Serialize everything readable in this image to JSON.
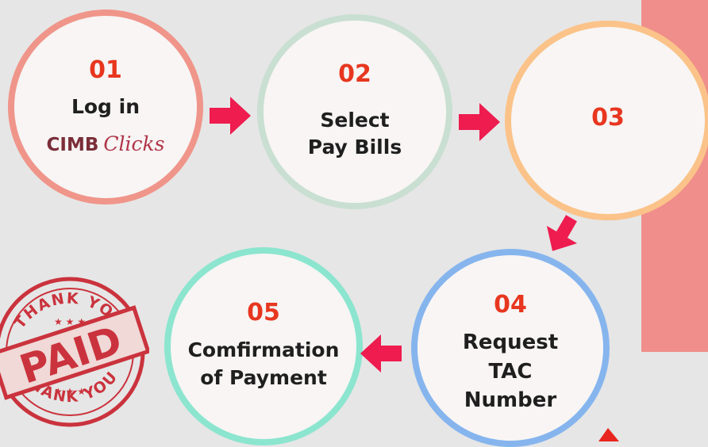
{
  "steps": [
    {
      "number": "01",
      "line1": "Log in",
      "brand_main": "CIMB",
      "brand_script": "Clicks"
    },
    {
      "number": "02",
      "line1": "Select",
      "line2": "Pay Bills"
    },
    {
      "number": "03"
    },
    {
      "number": "04",
      "line1": "Request",
      "line2": "TAC",
      "line3": "Number"
    },
    {
      "number": "05",
      "line1": "Comfirmation",
      "line2": "of Payment"
    }
  ],
  "stamp": {
    "top_text": "THANK YOU",
    "main_text": "PAID",
    "bottom_text": "THANK YOU"
  },
  "colors": {
    "accent_number": "#e8361f",
    "arrow": "#ee1c4f",
    "step1_ring": "#f0958a",
    "step2_ring": "#c9dfd2",
    "step3_ring": "#fbc389",
    "step4_ring": "#86b5ee",
    "step5_ring": "#8ce5cf",
    "panel": "#ef8e8a",
    "stamp": "#c8202b"
  },
  "icons": [
    "arrow-right-icon",
    "arrow-down-left-icon",
    "arrow-left-icon",
    "paid-stamp-icon"
  ]
}
